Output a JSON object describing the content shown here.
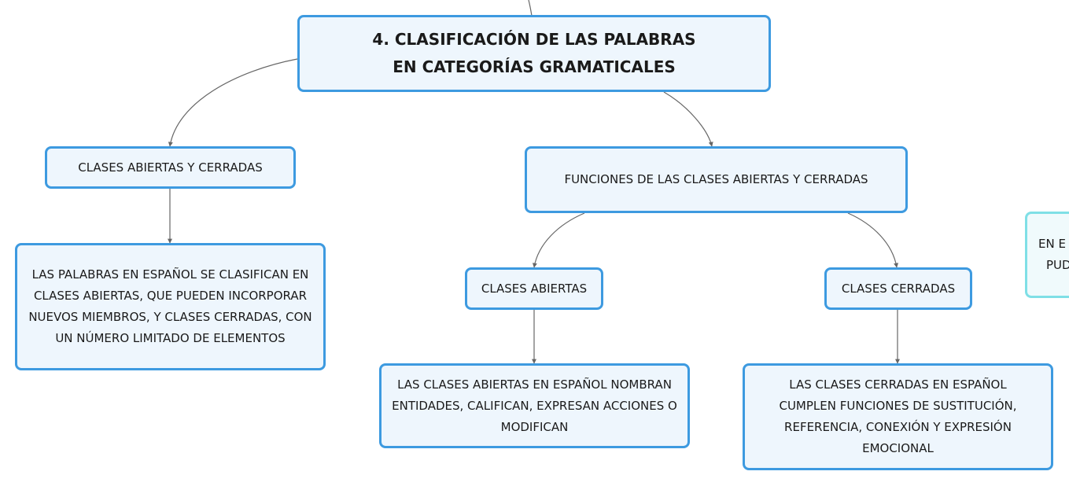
{
  "diagram": {
    "root": {
      "text": "4. CLASIFICACIÓN DE LAS PALABRAS EN CATEGORÍAS GRAMATICALES"
    },
    "branch_left": {
      "title": "CLASES ABIERTAS Y CERRADAS",
      "detail": "LAS PALABRAS EN ESPAÑOL SE CLASIFICAN EN CLASES ABIERTAS, QUE PUEDEN INCORPORAR NUEVOS MIEMBROS, Y CLASES CERRADAS, CON UN NÚMERO LIMITADO DE ELEMENTOS"
    },
    "branch_right": {
      "title": "FUNCIONES DE LAS CLASES ABIERTAS Y CERRADAS",
      "open": {
        "title": "CLASES ABIERTAS",
        "detail": "LAS CLASES ABIERTAS EN ESPAÑOL NOMBRAN ENTIDADES, CALIFICAN, EXPRESAN ACCIONES O MODIFICAN"
      },
      "closed": {
        "title": "CLASES CERRADAS",
        "detail": "LAS CLASES CERRADAS EN ESPAÑOL CUMPLEN FUNCIONES DE SUSTITUCIÓN, REFERENCIA, CONEXIÓN Y EXPRESIÓN EMOCIONAL"
      }
    },
    "clipped_node": {
      "line1": "EN E",
      "line2": "PUD"
    },
    "colors": {
      "border": "#3d9ae0",
      "fill": "#eef6fd",
      "connector": "#666666",
      "clipped_border": "#7fdfe6"
    }
  }
}
